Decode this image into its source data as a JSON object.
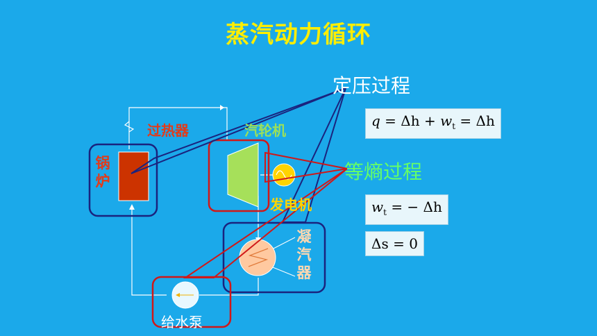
{
  "title": "蒸汽动力循环",
  "labels": {
    "isobaric": "定压过程",
    "isentropic": "等熵过程",
    "superheater": "过热器",
    "turbine": "汽轮机",
    "generator": "发电机",
    "boiler_char1": "锅",
    "boiler_char2": "炉",
    "condenser_char1": "凝",
    "condenser_char2": "汽",
    "condenser_char3": "器",
    "pump": "给水泵"
  },
  "formulas": {
    "isobaric_q": "q",
    "isobaric_eq": "=",
    "isobaric_dh1": "Δh",
    "isobaric_plus": "+",
    "isobaric_w": "w",
    "isobaric_wsub": "t",
    "isobaric_eq2": "=",
    "isobaric_dh2": "Δh",
    "isentropic_w": "w",
    "isentropic_wsub": "t",
    "isentropic_eq": "= −",
    "isentropic_dh": "Δh",
    "entropy_ds": "Δs",
    "entropy_eq": "= 0"
  },
  "colors": {
    "background": "#1ba9ea",
    "title": "#ffee00",
    "callout_white": "#ffffff",
    "callout_green": "#66ff66",
    "superheater_text": "#e23b1a",
    "turbine_text": "#9be05a",
    "generator_text": "#ffd400",
    "boiler_text": "#e23b1a",
    "condenser_text": "#ffd8b0",
    "pump_text": "#ffffff",
    "boiler_fill": "#cc3300",
    "turbine_fill": "#a6e05a",
    "generator_fill": "#ffd400",
    "condenser_fill": "#ffc9a0",
    "pump_fill": "#e8f8ff",
    "highlight_blue": "#1a237e",
    "highlight_red": "#d01818"
  }
}
